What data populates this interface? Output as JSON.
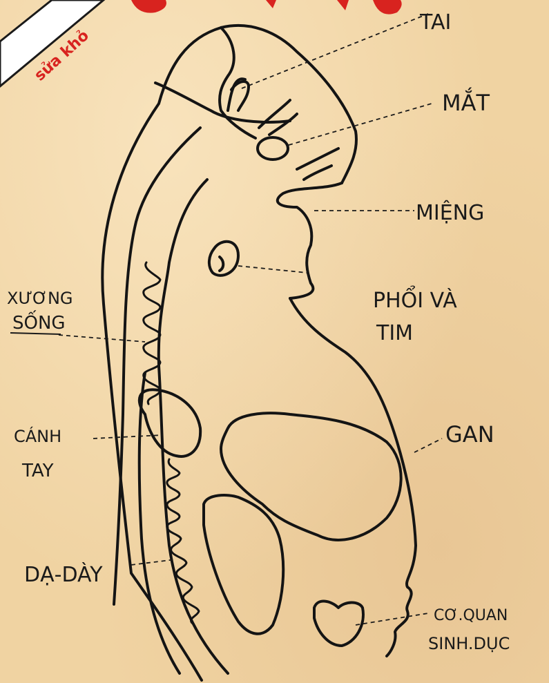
{
  "corner_banner": {
    "text": "sửa khỏ"
  },
  "labels": {
    "ear": "TAI",
    "eye": "MẮT",
    "mouth": "MIỆNG",
    "spine_line1": "XƯƠNG",
    "spine_line2": "SỐNG",
    "lung_heart_line1": "PHỔI VÀ",
    "lung_heart_line2": "TIM",
    "arm_line1": "CÁNH",
    "arm_line2": "TAY",
    "liver": "GAN",
    "stomach": "DẠ-DÀY",
    "genital_line1": "CƠ.QUAN",
    "genital_line2": "SINH.DỤC"
  },
  "colors": {
    "paper": "#f0d3a2",
    "ink": "#141414",
    "banner_red": "#d8231f"
  }
}
